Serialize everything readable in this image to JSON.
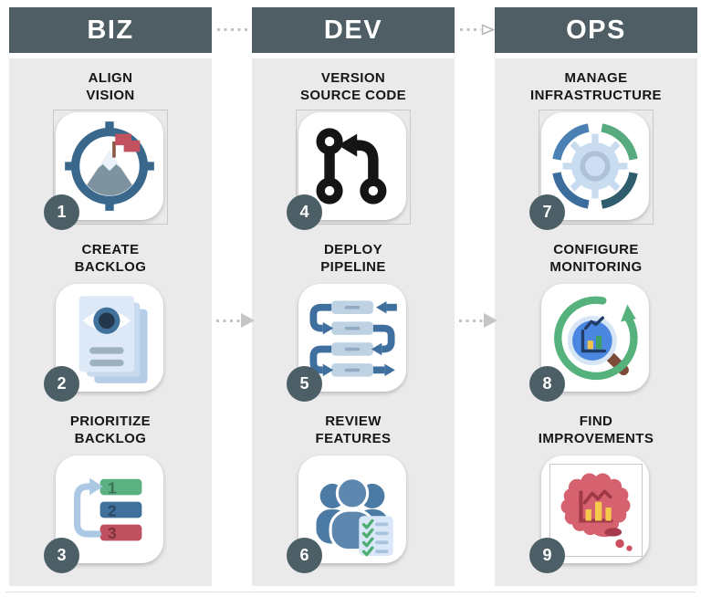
{
  "columns": [
    {
      "header": "BIZ",
      "steps": [
        {
          "number": "1",
          "title_line1": "ALIGN",
          "title_line2": "VISION"
        },
        {
          "number": "2",
          "title_line1": "CREATE",
          "title_line2": "BACKLOG"
        },
        {
          "number": "3",
          "title_line1": "PRIORITIZE",
          "title_line2": "BACKLOG"
        }
      ]
    },
    {
      "header": "DEV",
      "steps": [
        {
          "number": "4",
          "title_line1": "VERSION",
          "title_line2": "SOURCE CODE"
        },
        {
          "number": "5",
          "title_line1": "DEPLOY",
          "title_line2": "PIPELINE"
        },
        {
          "number": "6",
          "title_line1": "REVIEW",
          "title_line2": "FEATURES"
        }
      ]
    },
    {
      "header": "OPS",
      "steps": [
        {
          "number": "7",
          "title_line1": "MANAGE",
          "title_line2": "INFRASTRUCTURE"
        },
        {
          "number": "8",
          "title_line1": "CONFIGURE",
          "title_line2": "MONITORING"
        },
        {
          "number": "9",
          "title_line1": "FIND",
          "title_line2": "IMPROVEMENTS"
        }
      ]
    }
  ],
  "icons": {
    "prioritize_labels": [
      "1",
      "2",
      "3"
    ]
  },
  "colors": {
    "header_bg": "#4e5e64",
    "column_bg": "#eaeaea",
    "badge_bg": "#4d5f66",
    "arrow_gray": "#c5c5c5",
    "steel_blue": "#3f719b",
    "green": "#57ab7e",
    "red": "#c2525f",
    "yellow": "#f2c34e"
  }
}
